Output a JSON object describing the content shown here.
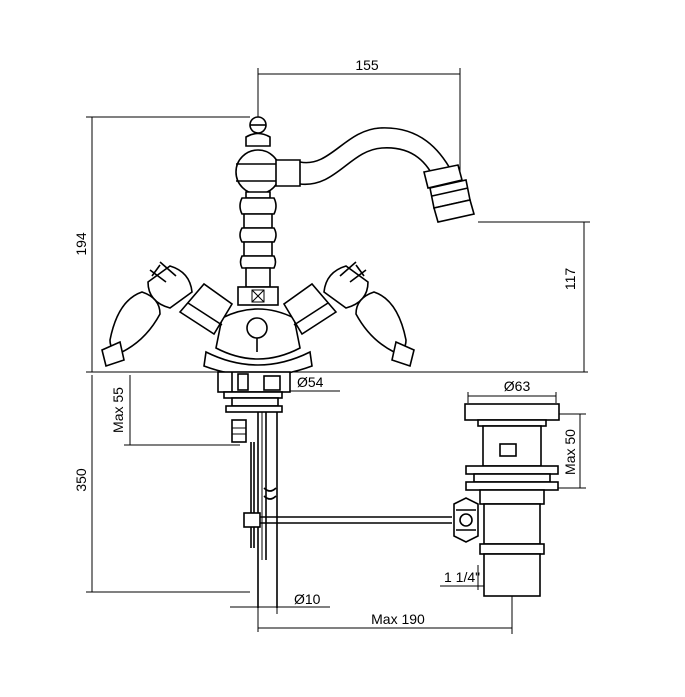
{
  "dimensions": {
    "top_width": "155",
    "total_height": "194",
    "spout_height": "117",
    "base_diameter": "Ø54",
    "max_thickness": "Max 55",
    "lower_length": "350",
    "rod_diameter": "Ø10",
    "reach": "Max 190",
    "waste_diameter": "Ø63",
    "waste_height": "Max 50",
    "thread": "1 1/4\""
  }
}
